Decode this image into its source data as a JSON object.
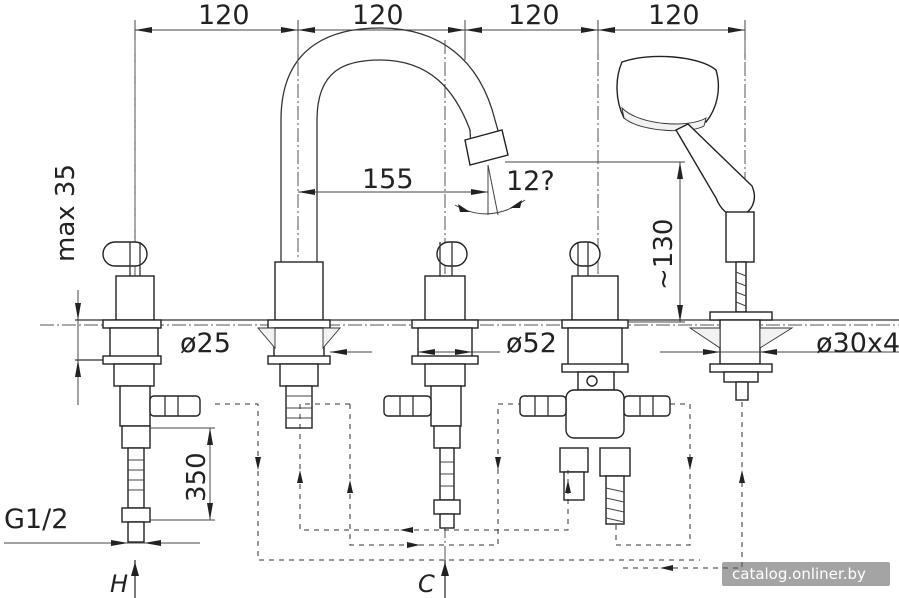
{
  "dimensions": {
    "spacing_1": "120",
    "spacing_2": "120",
    "spacing_3": "120",
    "spacing_4": "120",
    "max_height": "max 35",
    "reach": "155",
    "angle": "12?",
    "spout_height": "~130",
    "hole_25": "ø25",
    "hole_52": "ø52",
    "hole_30x4": "ø30x4",
    "hose_len": "350",
    "thread": "G1/2"
  },
  "labels": {
    "hot": "H",
    "cold": "C"
  },
  "watermark": "catalog.onliner.by"
}
